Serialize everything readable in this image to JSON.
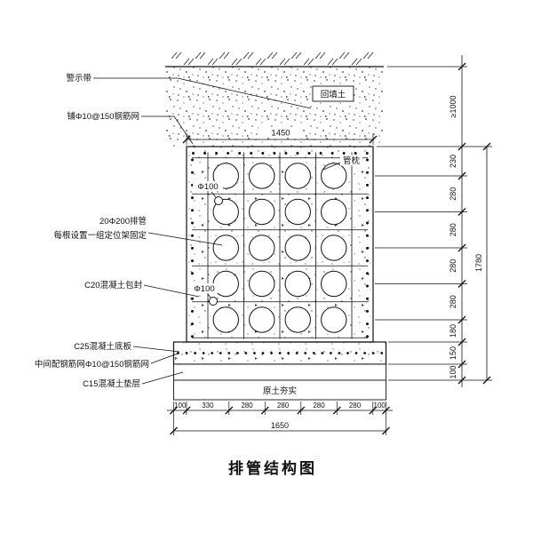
{
  "title": "排管结构图",
  "callouts": {
    "warning_tape": "警示带",
    "top_mesh": "铺Φ10@150钢筋网",
    "pipes_line1": "20Φ200排管",
    "pipes_line2": "每根设置一组定位架固定",
    "encasement": "C20混凝土包封",
    "base_slab": "C25混凝土底板",
    "slab_mesh": "中间配钢筋网Φ10@150钢筋网",
    "cushion": "C15混凝土垫层",
    "backfill": "回填土",
    "pipe_pillow": "管枕",
    "spare_pipe_top": "Φ100",
    "spare_pipe_bottom": "Φ100",
    "subgrade": "原土夯实"
  },
  "dimensions": {
    "top_width": "1450",
    "bottom_segments": [
      "100",
      "330",
      "280",
      "280",
      "280",
      "280",
      "100"
    ],
    "bottom_total": "1650",
    "right_cover": "≥1000",
    "right_segments": [
      "230",
      "280",
      "280",
      "280",
      "280",
      "180",
      "150",
      "100"
    ],
    "right_total": "1780"
  },
  "pipe_grid": {
    "rows": 5,
    "cols": 4,
    "count": 20
  },
  "colors": {
    "line": "#111111",
    "speckle": "#3f3f3f"
  }
}
